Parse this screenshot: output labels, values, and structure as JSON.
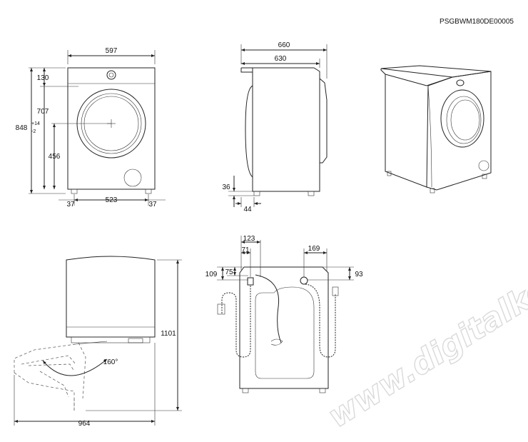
{
  "model_code": "PSGBWM180DE00005",
  "watermark": "www.digitalko.hu",
  "front_view": {
    "width": "597",
    "height_total": "848",
    "height_tolerance_plus": "+14",
    "height_tolerance_minus": "-2",
    "top_to_drawer": "130",
    "porthole_to_top": "707",
    "porthole_center_height": "456",
    "foot_spacing": "523",
    "foot_inset_left": "37",
    "foot_inset_right": "37"
  },
  "side_view": {
    "depth_total": "660",
    "depth_body": "630",
    "foot_height": "36",
    "foot_setback": "44"
  },
  "door_view": {
    "height_total": "1101",
    "depth_door_open": "964",
    "door_angle": "160°"
  },
  "rear_view": {
    "drain_offset": "123",
    "drain_offset_inner": "71",
    "inlet_offset": "169",
    "drain_top_height": "109",
    "drain_inner_height": "75",
    "inlet_height": "93"
  }
}
